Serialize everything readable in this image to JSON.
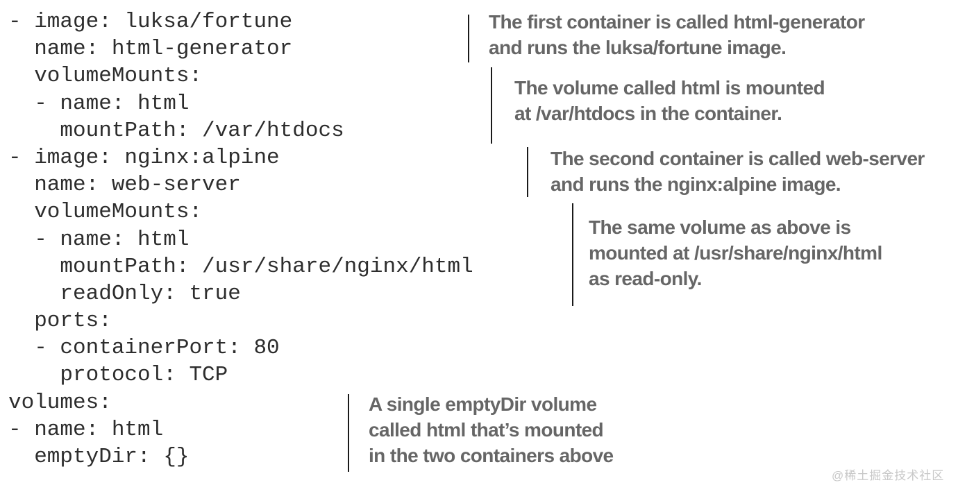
{
  "figure": {
    "code": {
      "language": "yaml",
      "lines": [
        "- image: luksa/fortune",
        "  name: html-generator",
        "  volumeMounts:",
        "  - name: html",
        "    mountPath: /var/htdocs",
        "- image: nginx:alpine",
        "  name: web-server",
        "  volumeMounts:",
        "  - name: html",
        "    mountPath: /usr/share/nginx/html",
        "    readOnly: true",
        "  ports:",
        "  - containerPort: 80",
        "    protocol: TCP",
        "volumes:",
        "- name: html",
        "  emptyDir: {}"
      ]
    },
    "annotations": [
      {
        "lines": [
          "The first container is called html-generator",
          "and runs the luksa/fortune image."
        ]
      },
      {
        "lines": [
          "The volume called html is mounted",
          "at /var/htdocs in the container."
        ]
      },
      {
        "lines": [
          "The second container is called web-server",
          "and runs the nginx:alpine image."
        ]
      },
      {
        "lines": [
          "The same volume as above is",
          "mounted at /usr/share/nginx/html",
          "as read-only."
        ]
      },
      {
        "lines": [
          "A single emptyDir volume",
          "called html that’s mounted",
          "in the two containers above"
        ]
      }
    ],
    "watermark": "@稀土掘金技术社区",
    "colors": {
      "background": "#ffffff",
      "code_text": "#2d2d2d",
      "annotation_text": "#666666",
      "connector_line": "#1a1a1a",
      "watermark_text": "#c8c8c8"
    }
  }
}
